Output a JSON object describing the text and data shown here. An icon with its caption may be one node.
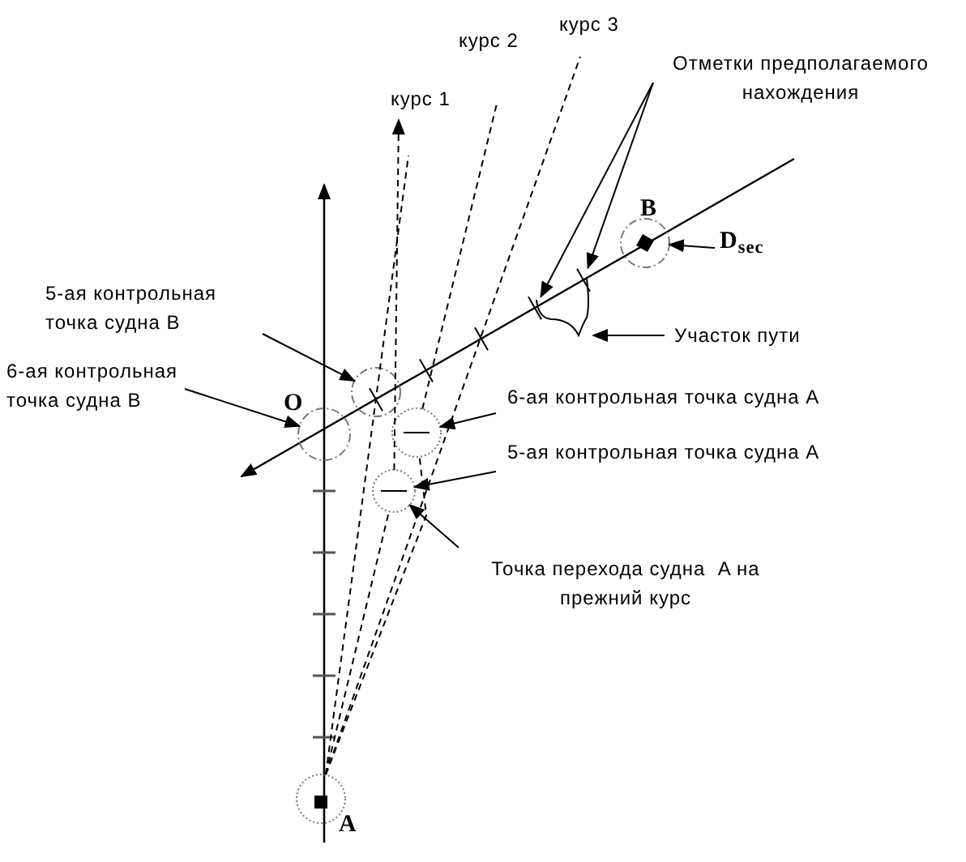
{
  "diagram": {
    "nodes": [
      {
        "text": [
          "Отметки предполагаемого нахождения"
        ]
      },
      {
        "text": [
          "Участок пути"
        ]
      },
      {
        "text": [
          "5-ая контрольная точка судна B"
        ]
      },
      {
        "text": [
          "6-ая контрольная точка судна B"
        ]
      },
      {
        "text": [
          "6-ая контрольная точка судна A"
        ]
      },
      {
        "text": [
          "5-ая контрольная точка судна A"
        ]
      },
      {
        "text": [
          "Точка перехода судна  A на прежний курс"
        ]
      },
      {
        "text": [
          "D$_{sec}$"
        ]
      },
      {
        "text": [],
        "shape": "circle"
      },
      {
        "text": [],
        "shape": "circle",
        "beside": [
          "O"
        ]
      },
      {
        "text": [],
        "shape": "circle"
      },
      {
        "text": [],
        "shape": "circle"
      },
      {
        "text": [],
        "shape": "circle",
        "beside": [
          "B"
        ]
      },
      {
        "text": [],
        "shape": "circle",
        "beside": [
          "A"
        ]
      },
      {
        "text": [],
        "shape": "brace"
      },
      {
        "text": [],
        "shape": "bar"
      },
      {
        "text": [],
        "shape": "bar"
      },
      {
        "text": [
          "курс 1"
        ]
      },
      {
        "text": [
          "курс 2"
        ]
      },
      {
        "text": [
          "курс 3"
        ]
      }
    ],
    "edges": [
      {
        "from": 0,
        "to": 15,
        "arrow": "to"
      },
      {
        "from": 0,
        "to": 16,
        "arrow": "to"
      },
      {
        "from": 1,
        "to": 14,
        "arrow": "to"
      },
      {
        "from": 2,
        "to": 8,
        "arrow": "to"
      },
      {
        "from": 3,
        "to": 9,
        "arrow": "to"
      },
      {
        "from": 4,
        "to": 10,
        "arrow": "to"
      },
      {
        "from": 5,
        "to": 11,
        "arrow": "to"
      },
      {
        "from": 6,
        "to": 11,
        "arrow": "to"
      },
      {
        "from": 7,
        "to": 12,
        "arrow": "to"
      },
      {
        "from": 13,
        "to": null,
        "arrow": "none",
        "style": "dashed"
      },
      {
        "from": 13,
        "to": 11,
        "arrow": "none",
        "style": "dashed"
      },
      {
        "from": 11,
        "to": 17,
        "arrow": "to",
        "style": "dashed"
      },
      {
        "from": 13,
        "to": 10,
        "arrow": "none",
        "style": "dashed"
      },
      {
        "from": 10,
        "to": 18,
        "arrow": "none",
        "style": "dashed"
      },
      {
        "from": 13,
        "to": 19,
        "arrow": "none",
        "style": "dashed"
      }
    ]
  }
}
